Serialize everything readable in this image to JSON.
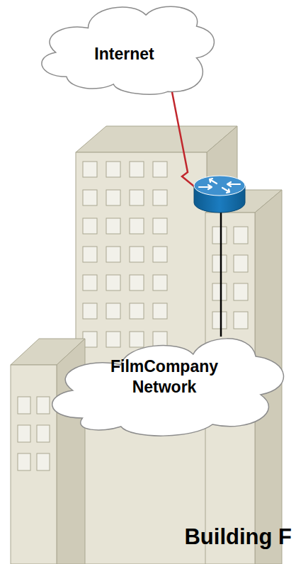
{
  "diagram": {
    "nodes": [
      {
        "text": [
          "Internet"
        ]
      },
      {
        "text": [
          "FilmCompany Network"
        ]
      }
    ],
    "edges": [
      {
        "from": 0,
        "to": 1,
        "arrow": "none"
      }
    ],
    "labels": [
      "Building F"
    ]
  }
}
